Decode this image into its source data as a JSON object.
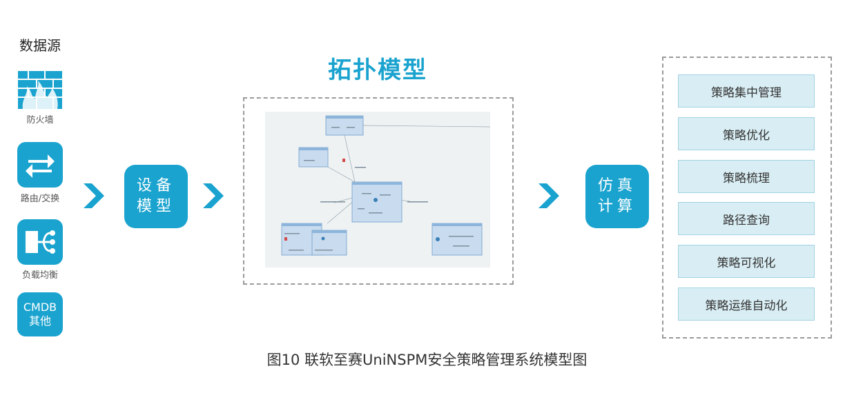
{
  "source": {
    "title": "数据源",
    "items": [
      {
        "label": "防火墙",
        "icon": "firewall-icon"
      },
      {
        "label": "路由/交换",
        "icon": "router-switch-icon"
      },
      {
        "label": "负载均衡",
        "icon": "load-balancer-icon"
      },
      {
        "label": "CMDB\n其他",
        "icon": "cmdb-icon"
      }
    ]
  },
  "device_model": {
    "line1": "设备",
    "line2": "模型"
  },
  "topology": {
    "title": "拓扑模型"
  },
  "simulation": {
    "line1": "仿真",
    "line2": "计算"
  },
  "policies": [
    "策略集中管理",
    "策略优化",
    "策略梳理",
    "路径查询",
    "策略可视化",
    "策略运维自动化"
  ],
  "caption": "图10 联软至赛UniNSPM安全策略管理系统模型图",
  "colors": {
    "accent": "#1aa3cf",
    "policy_bg": "#d9eef4"
  }
}
